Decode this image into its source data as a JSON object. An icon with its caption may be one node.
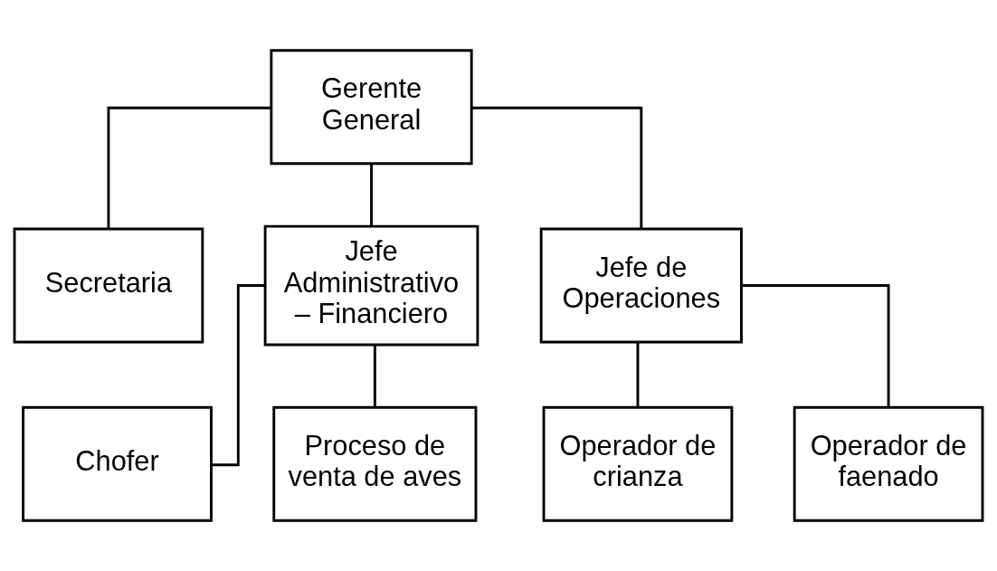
{
  "diagram": {
    "nodes": [
      {
        "text": [
          "Gerente General"
        ]
      },
      {
        "text": [
          "Secretaria"
        ]
      },
      {
        "text": [
          "Jefe Administrativo – Financiero"
        ]
      },
      {
        "text": [
          "Jefe de Operaciones"
        ]
      },
      {
        "text": [
          "Chofer"
        ]
      },
      {
        "text": [
          "Proceso de venta de aves"
        ]
      },
      {
        "text": [
          "Operador de crianza"
        ]
      },
      {
        "text": [
          "Operador de faenado"
        ]
      }
    ],
    "edges": [
      {
        "from": 0,
        "to": 1,
        "arrow": "none"
      },
      {
        "from": 0,
        "to": 2,
        "arrow": "none"
      },
      {
        "from": 0,
        "to": 3,
        "arrow": "none"
      },
      {
        "from": 2,
        "to": 4,
        "arrow": "none"
      },
      {
        "from": 2,
        "to": 5,
        "arrow": "none"
      },
      {
        "from": 3,
        "to": 6,
        "arrow": "none"
      },
      {
        "from": 3,
        "to": 7,
        "arrow": "none"
      }
    ]
  }
}
